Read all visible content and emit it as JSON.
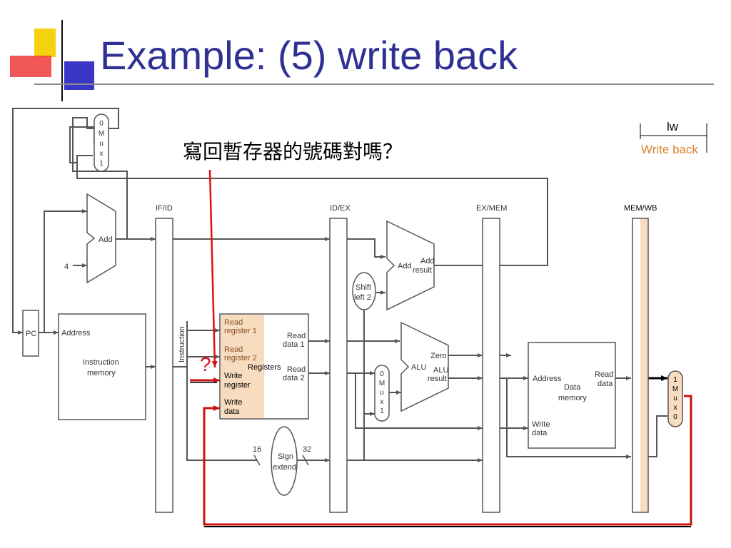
{
  "slide": {
    "title": "Example: (5) write back",
    "question": "寫回暫存器的號碼對嗎？",
    "question_mark": "?"
  },
  "legend": {
    "instruction": "lw",
    "stage": "Write back",
    "stage_color": "#d9822b"
  },
  "pipeline_registers": {
    "if_id": "IF/ID",
    "id_ex": "ID/EX",
    "ex_mem": "EX/MEM",
    "mem_wb": "MEM/WB",
    "instruction_vertical": "Instruction"
  },
  "blocks": {
    "pc": "PC",
    "add_top": "Add",
    "four": "4",
    "mux_top": [
      "0",
      "M",
      "u",
      "x",
      "1"
    ],
    "instr_mem_address": "Address",
    "instr_mem_line1": "Instruction",
    "instr_mem_line2": "memory",
    "reg_read1_a": "Read",
    "reg_read1_b": "register 1",
    "reg_read2_a": "Read",
    "reg_read2_b": "register 2",
    "reg_write_reg_a": "Write",
    "reg_write_reg_b": "register",
    "reg_write_data_a": "Write",
    "reg_write_data_b": "data",
    "registers": "Registers",
    "read_data1_a": "Read",
    "read_data1_b": "data 1",
    "read_data2_a": "Read",
    "read_data2_b": "data 2",
    "sign_extend_a": "Sign",
    "sign_extend_b": "extend",
    "sixteen": "16",
    "thirty_two": "32",
    "shift_a": "Shift",
    "shift_b": "left 2",
    "add_ex": "Add",
    "add_result_a": "Add",
    "add_result_b": "result",
    "mux_alu": [
      "0",
      "M",
      "u",
      "x",
      "1"
    ],
    "alu": "ALU",
    "zero": "Zero",
    "alu_result_a": "ALU",
    "alu_result_b": "result",
    "dm_address": "Address",
    "dm_read_a": "Read",
    "dm_read_b": "data",
    "dm_line1": "Data",
    "dm_line2": "memory",
    "dm_write_a": "Write",
    "dm_write_b": "data",
    "mux_wb": [
      "1",
      "M",
      "u",
      "x",
      "0"
    ]
  },
  "colors": {
    "title": "#2e3192",
    "highlight_fill": "#f8dcc0",
    "red_path": "#cc1111",
    "wire": "#555555"
  }
}
